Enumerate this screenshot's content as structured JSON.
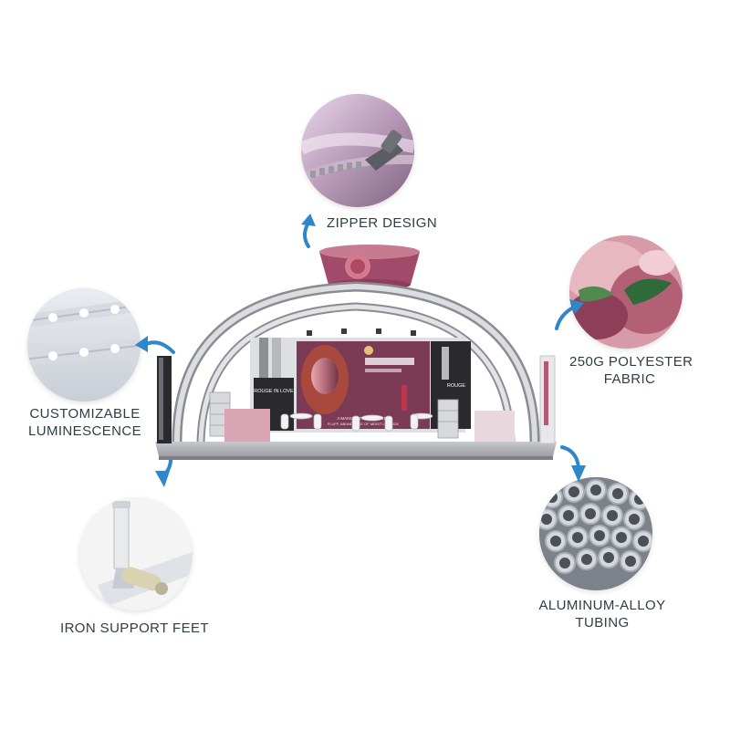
{
  "features": {
    "zipper": {
      "label": "ZIPPER DESIGN"
    },
    "fabric": {
      "line1": "250G POLYESTER",
      "line2": "FABRIC"
    },
    "luminescence": {
      "line1": "CUSTOMIZABLE",
      "line2": "LUMINESCENCE"
    },
    "feet": {
      "label": "IRON SUPPORT FEET"
    },
    "tubing": {
      "line1": "ALUMINUM-ALLOY",
      "line2": "TUBING"
    }
  },
  "booth": {
    "banner_left_title": "ROUGE IN LOVE",
    "banner_right_title": "ROUGE",
    "graphic_caption_1": "A MAKEUP TRANSLUCENT",
    "graphic_caption_2": "FLUFF, ABUNDANCE OF MOIST LIPSTICK"
  },
  "colors": {
    "accent_arrow": "#2f86c8",
    "label_text": "#2f3d45",
    "booth_magenta": "#a24a6a",
    "booth_dark": "#2a2a2e"
  },
  "icons": [
    "arrow-curved-icon"
  ]
}
